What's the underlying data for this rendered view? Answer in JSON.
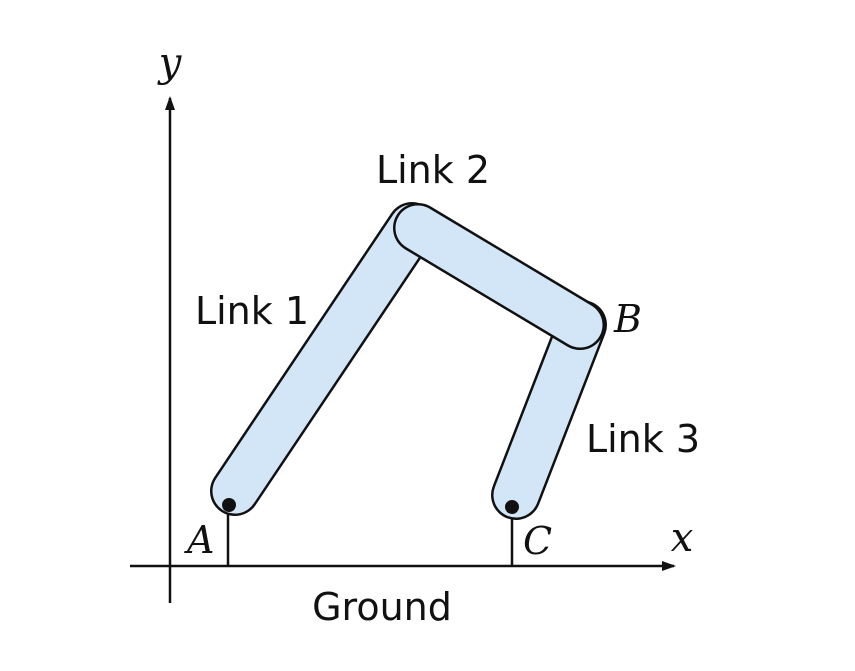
{
  "axes": {
    "x_label": "x",
    "y_label": "y"
  },
  "links": {
    "link1": "Link 1",
    "link2": "Link 2",
    "link3": "Link 3"
  },
  "points": {
    "a": "A",
    "b": "B",
    "c": "C"
  },
  "ground": "Ground",
  "colors": {
    "link_fill": "#d2e6f7",
    "stroke": "#111111",
    "background": "#ffffff"
  }
}
